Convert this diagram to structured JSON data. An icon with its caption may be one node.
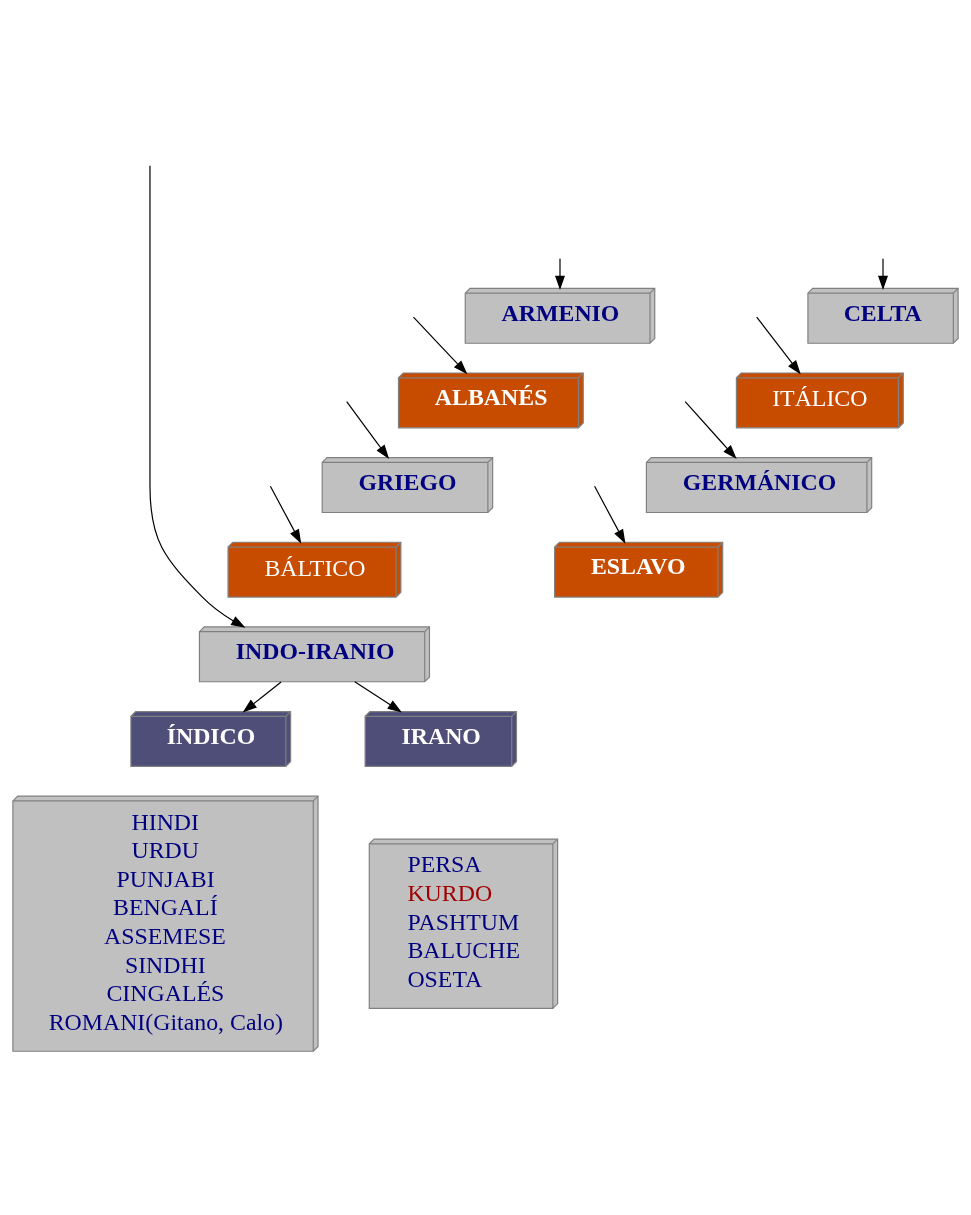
{
  "diagram": {
    "nodes": [
      {
        "text": [
          "ARMENIO"
        ]
      },
      {
        "text": [
          "CELTA"
        ]
      },
      {
        "text": [
          "ALBANÉS"
        ]
      },
      {
        "text": [
          "ITÁLICO"
        ]
      },
      {
        "text": [
          "GRIEGO"
        ]
      },
      {
        "text": [
          "GERMÁNICO"
        ]
      },
      {
        "text": [
          "BÁLTICO"
        ]
      },
      {
        "text": [
          "ESLAVO"
        ]
      },
      {
        "text": [
          "INDO-IRANIO"
        ]
      },
      {
        "text": [
          "ÍNDICO"
        ]
      },
      {
        "text": [
          "IRANO"
        ]
      },
      {
        "text": [
          "HINDI",
          "URDU",
          "PUNJABI",
          "BENGALÍ",
          "ASSEMESE",
          "SINDHI",
          "CINGALÉS",
          "ROMANI(Gitano, Calo)"
        ]
      },
      {
        "text": [
          "PERSA",
          "KURDO",
          "PASHTUM",
          "BALUCHE",
          "OSETA"
        ]
      }
    ],
    "edges": [
      {
        "from": null,
        "to": 0,
        "arrow": "to"
      },
      {
        "from": null,
        "to": 1,
        "arrow": "to"
      },
      {
        "from": null,
        "to": 2,
        "arrow": "to"
      },
      {
        "from": null,
        "to": 3,
        "arrow": "to"
      },
      {
        "from": null,
        "to": 4,
        "arrow": "to"
      },
      {
        "from": null,
        "to": 5,
        "arrow": "to"
      },
      {
        "from": null,
        "to": 6,
        "arrow": "to"
      },
      {
        "from": null,
        "to": 7,
        "arrow": "to"
      },
      {
        "from": null,
        "to": 8,
        "arrow": "to"
      },
      {
        "from": 8,
        "to": 9,
        "arrow": "to"
      },
      {
        "from": 8,
        "to": 10,
        "arrow": "to"
      }
    ]
  }
}
